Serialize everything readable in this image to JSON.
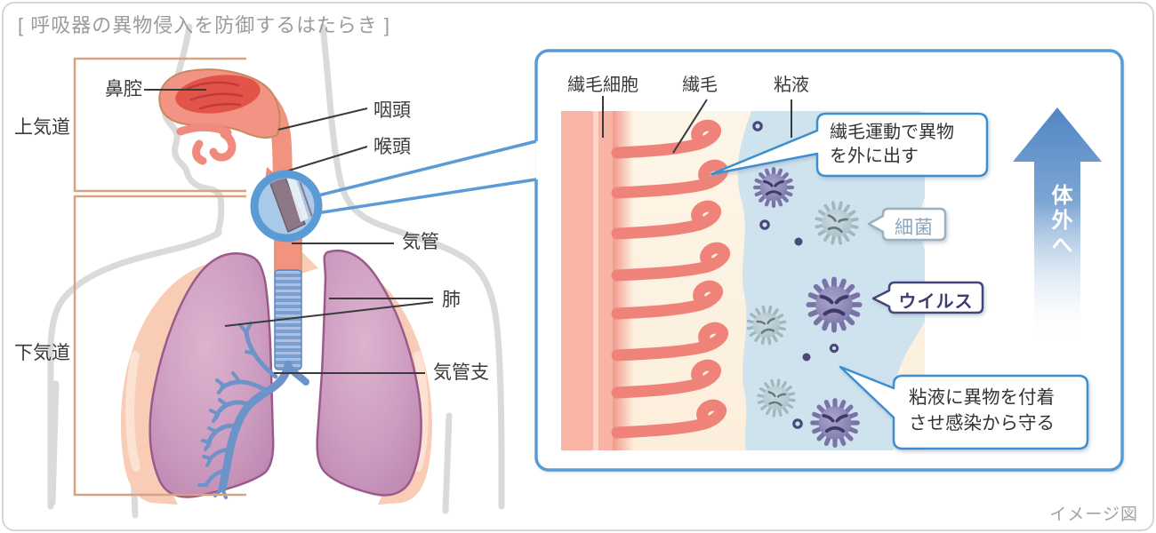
{
  "page": {
    "title": "[ 呼吸器の異物侵入を防御するはたらき ]",
    "footer_note": "イメージ図"
  },
  "body_diagram": {
    "region_labels": [
      {
        "id": "upper-airway",
        "label": "上気道"
      },
      {
        "id": "lower-airway",
        "label": "下気道"
      }
    ],
    "part_labels": [
      {
        "id": "nasal-cavity",
        "label": "鼻腔"
      },
      {
        "id": "pharynx",
        "label": "咽頭"
      },
      {
        "id": "larynx",
        "label": "喉頭"
      },
      {
        "id": "trachea",
        "label": "気管"
      },
      {
        "id": "lung",
        "label": "肺"
      },
      {
        "id": "bronchus",
        "label": "気管支"
      }
    ]
  },
  "panel": {
    "part_labels": [
      {
        "id": "ciliated-cell",
        "label": "繊毛細胞"
      },
      {
        "id": "cilia",
        "label": "繊毛"
      },
      {
        "id": "mucus",
        "label": "粘液"
      }
    ],
    "callouts": [
      {
        "id": "cilia-action",
        "lines": [
          "繊毛運動で異物",
          "を外に出す"
        ]
      },
      {
        "id": "mucus-action",
        "lines": [
          "粘液に異物を付着",
          "させ感染から守る"
        ]
      }
    ],
    "germ_labels": [
      {
        "id": "bacteria",
        "label": "細菌"
      },
      {
        "id": "virus",
        "label": "ウイルス"
      }
    ],
    "arrow_label": "体外へ"
  },
  "colors": {
    "panel_border": "#5b9bd5",
    "bracket": "#d8a183",
    "label_ink": "#3a3a3a",
    "muted": "#9b9b9b",
    "cilia": "#ef837a",
    "mucus": "#cfe3ee",
    "virus_ink": "#3c3c72",
    "bacteria_ink": "#8ca6bb",
    "arrow_blue": "#5186c4"
  }
}
